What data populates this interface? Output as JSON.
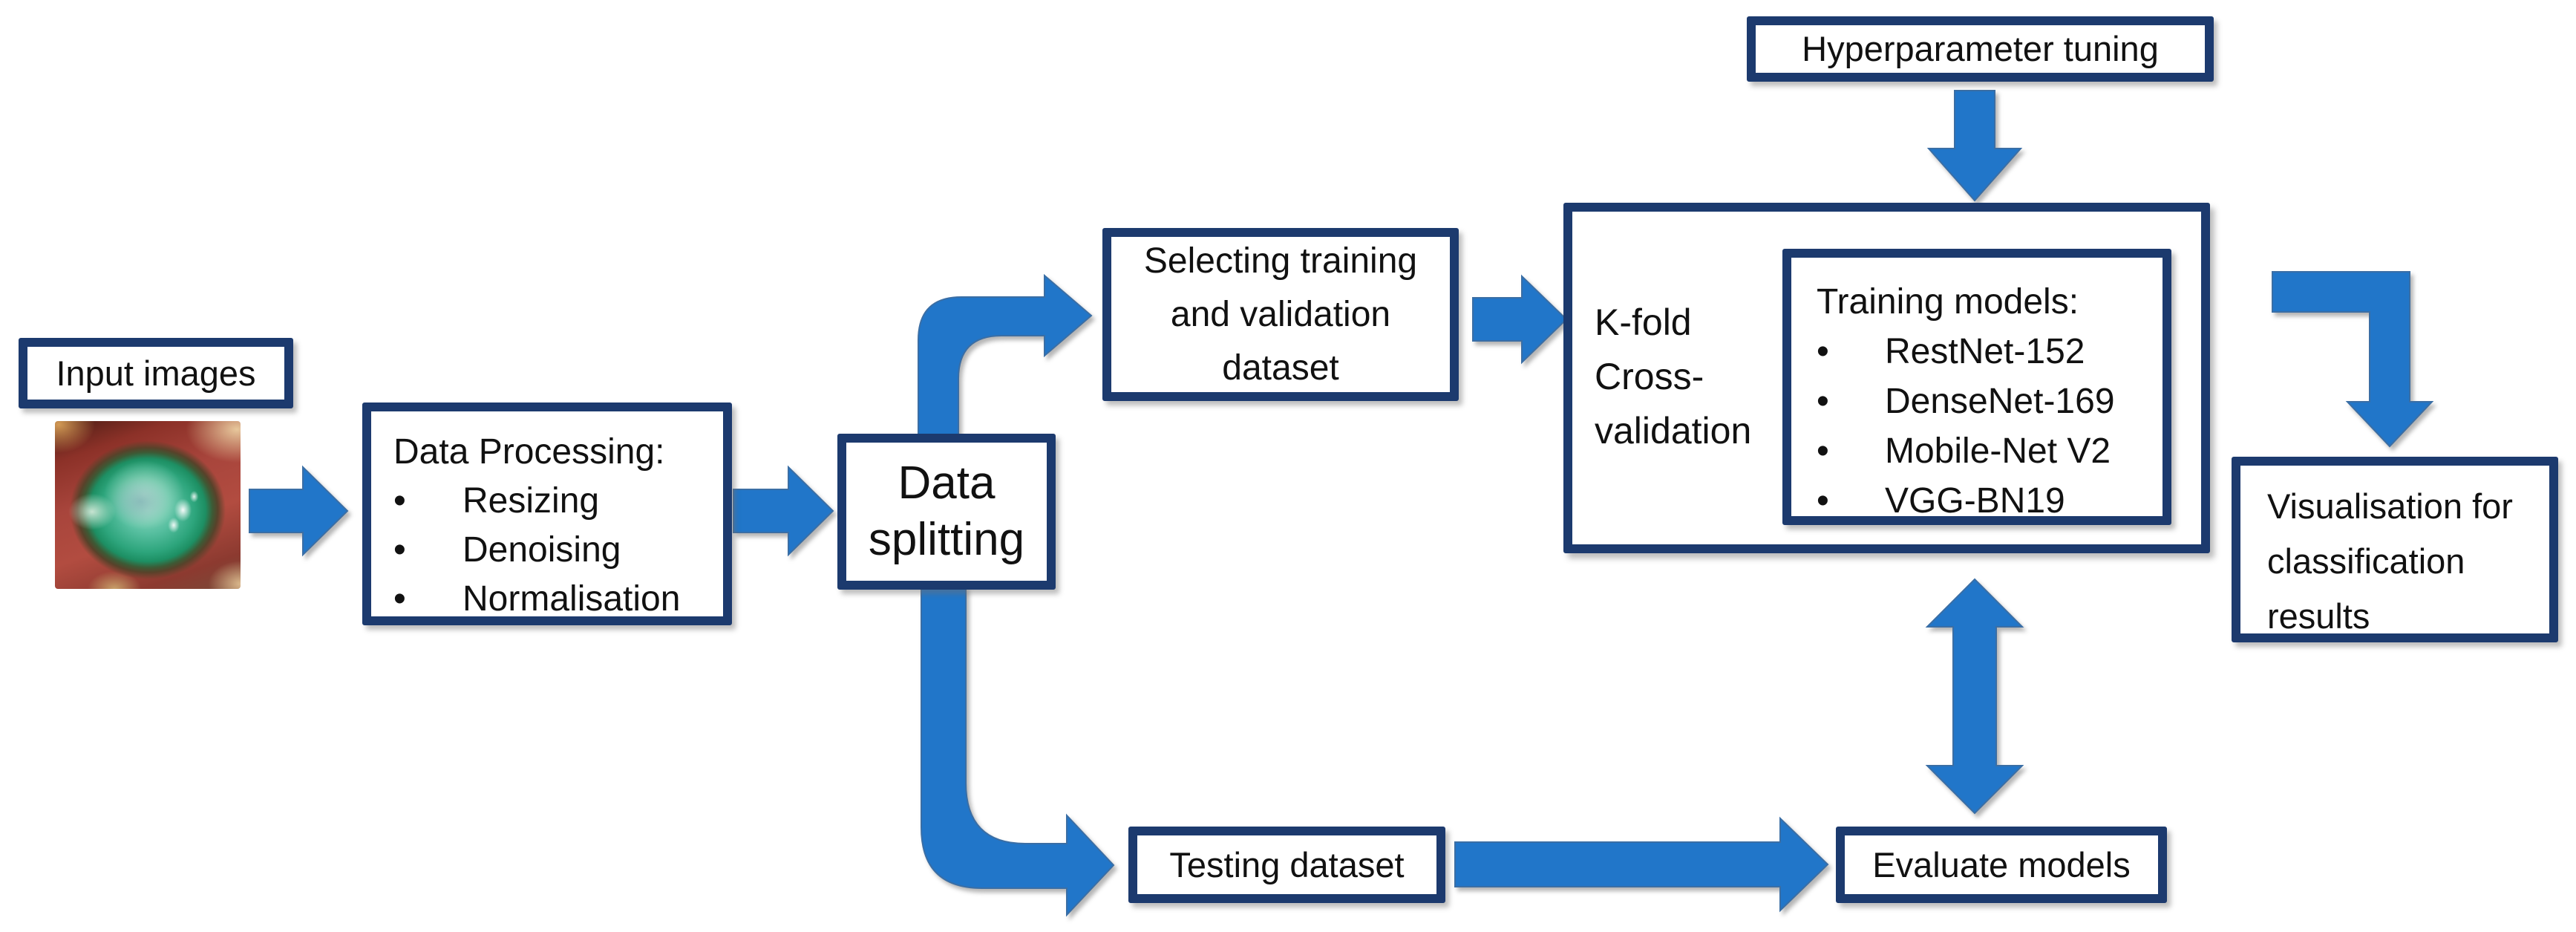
{
  "colors": {
    "box_border": "#1c3a6e",
    "arrow_fill": "#2176c9",
    "arrow_outline": "#3a6ea5",
    "text": "#111111",
    "background": "#ffffff"
  },
  "nodes": {
    "input": {
      "label": "Input images"
    },
    "processing": {
      "title": "Data Processing:",
      "items": [
        "Resizing",
        "Denoising",
        "Normalisation"
      ]
    },
    "splitting": {
      "lines": [
        "Data",
        "splitting"
      ]
    },
    "selecting": {
      "lines": [
        "Selecting training",
        "and validation",
        "dataset"
      ]
    },
    "hyperparameter": {
      "label": "Hyperparameter tuning"
    },
    "kfold": {
      "lines": [
        "K-fold",
        "Cross-",
        "validation"
      ]
    },
    "training": {
      "title": "Training models:",
      "items": [
        "RestNet-152",
        "DenseNet-169",
        "Mobile-Net V2",
        "VGG-BN19"
      ]
    },
    "visualisation": {
      "lines": [
        "Visualisation for",
        "classification",
        "results"
      ]
    },
    "testing": {
      "label": "Testing dataset"
    },
    "evaluate": {
      "label": "Evaluate models"
    }
  },
  "eye": {
    "alt": "Close-up photograph of an eye with a green corneal ulcer"
  }
}
